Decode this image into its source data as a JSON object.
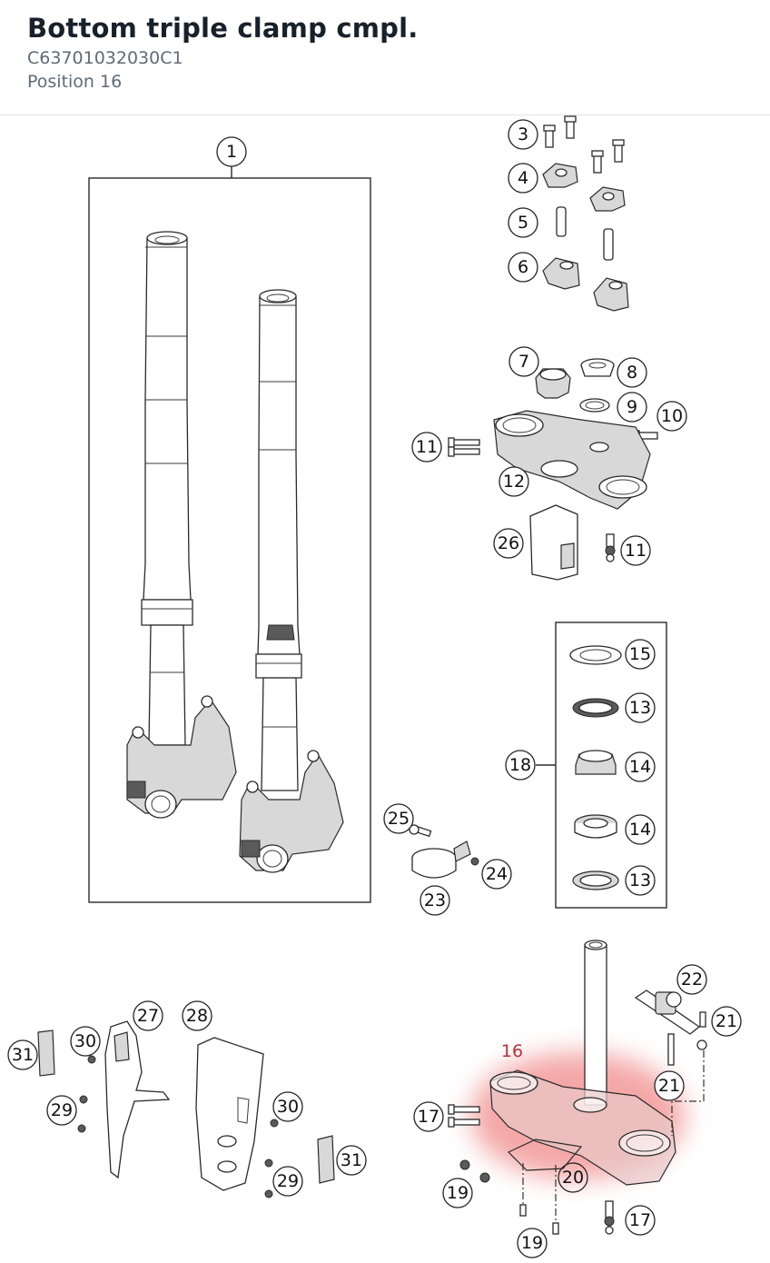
{
  "header": {
    "title": "Bottom triple clamp cmpl.",
    "part_number": "C63701032030C1",
    "position": "Position 16"
  },
  "diagram": {
    "highlight_color": "#f08a8a",
    "highlighted_position": "16",
    "callouts": [
      "1",
      "3",
      "4",
      "5",
      "6",
      "7",
      "8",
      "9",
      "10",
      "11",
      "12",
      "26",
      "11",
      "15",
      "13",
      "18",
      "14",
      "14",
      "13",
      "25",
      "24",
      "23",
      "22",
      "21",
      "16",
      "21",
      "17",
      "20",
      "19",
      "17",
      "19",
      "27",
      "28",
      "30",
      "31",
      "29",
      "30",
      "29",
      "31"
    ]
  }
}
